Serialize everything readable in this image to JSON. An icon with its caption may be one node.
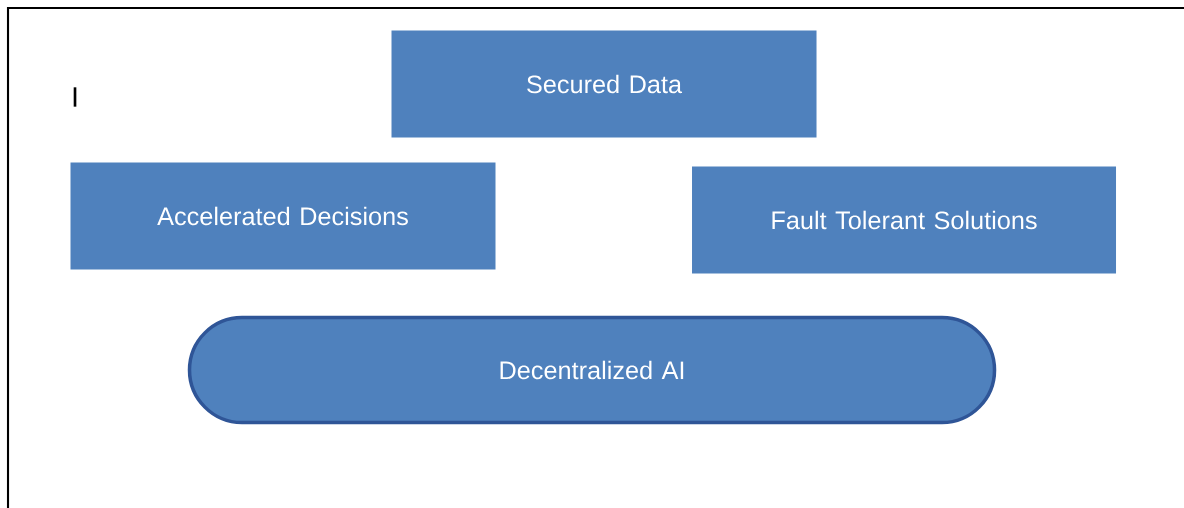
{
  "diagram": {
    "nodes": [
      {
        "text": [
          "Secured Data"
        ]
      },
      {
        "text": [
          "Accelerated Decisions"
        ]
      },
      {
        "text": [
          "Fault Tolerant Solutions"
        ]
      },
      {
        "text": [
          "Decentralized AI"
        ]
      }
    ],
    "labels": [
      "I"
    ]
  }
}
